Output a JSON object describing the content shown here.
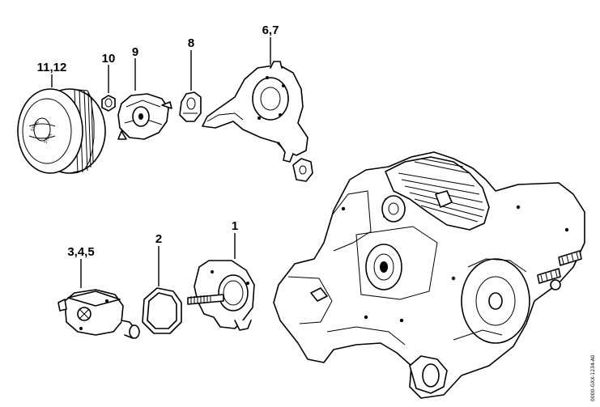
{
  "callouts": {
    "air_filter": "11,12",
    "nut": "10",
    "carrier": "9",
    "part_8": "8",
    "manifold": "6,7",
    "carburetor": "3,4,5",
    "gasket": "2",
    "holder": "1"
  },
  "side_code": "0000-GXX-1234-A0",
  "colors": {
    "ink": "#000000",
    "paper": "#ffffff"
  }
}
